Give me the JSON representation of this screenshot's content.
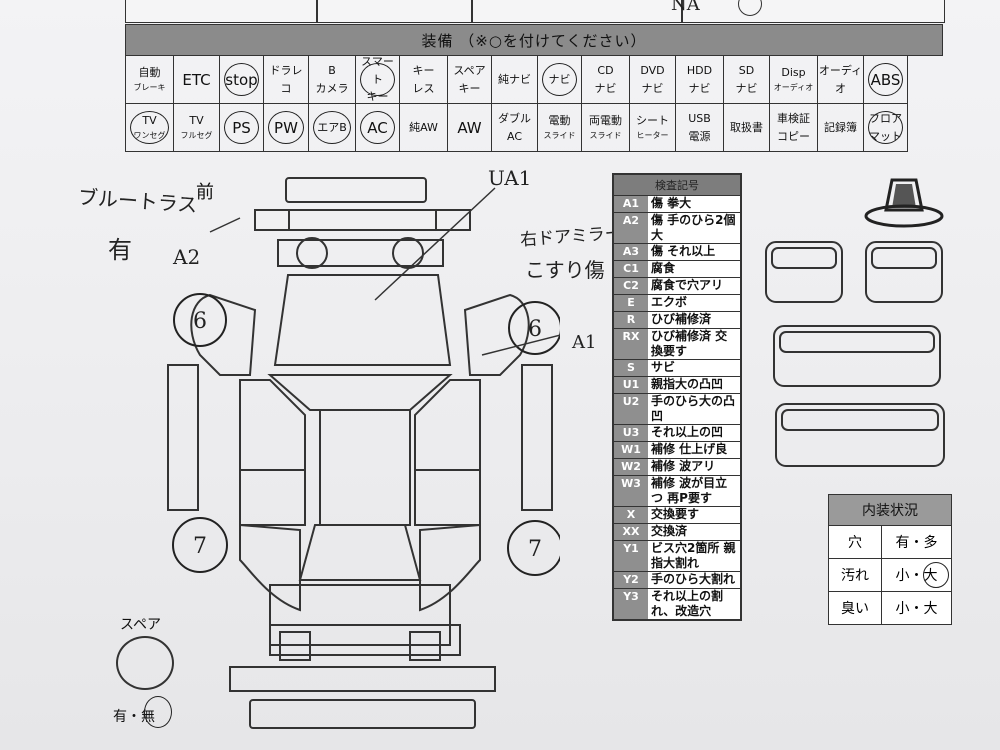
{
  "top_strip": [
    "",
    "",
    "",
    "NA"
  ],
  "equipment": {
    "title": "装備 （※○を付けてください）",
    "row1": [
      {
        "top": "自動",
        "bottom": "ブレーキ",
        "circled": false
      },
      {
        "top": "ETC",
        "bottom": "",
        "circled": false,
        "big": true
      },
      {
        "top": "stop",
        "bottom": "",
        "circled": true,
        "big": true
      },
      {
        "top": "ドラレ",
        "bottom": "コ",
        "circled": false
      },
      {
        "top": "B",
        "bottom": "カメラ",
        "circled": false
      },
      {
        "top": "スマート",
        "bottom": "キー",
        "circled": true
      },
      {
        "top": "キー",
        "bottom": "レス",
        "circled": false
      },
      {
        "top": "スペア",
        "bottom": "キー",
        "circled": false
      },
      {
        "top": "純ナビ",
        "bottom": "",
        "circled": false
      },
      {
        "top": "ナビ",
        "bottom": "",
        "circled": true
      },
      {
        "top": "CD",
        "bottom": "ナビ",
        "circled": false
      },
      {
        "top": "DVD",
        "bottom": "ナビ",
        "circled": false
      },
      {
        "top": "HDD",
        "bottom": "ナビ",
        "circled": false
      },
      {
        "top": "SD",
        "bottom": "ナビ",
        "circled": false
      },
      {
        "top": "Disp",
        "bottom": "オーディオ",
        "circled": false
      },
      {
        "top": "オーディオ",
        "bottom": "",
        "circled": false
      },
      {
        "top": "ABS",
        "bottom": "",
        "circled": true,
        "big": true
      }
    ],
    "row2": [
      {
        "top": "TV",
        "bottom": "ワンセグ",
        "circled": true
      },
      {
        "top": "TV",
        "bottom": "フルセグ",
        "circled": false
      },
      {
        "top": "PS",
        "bottom": "",
        "circled": true,
        "big": true
      },
      {
        "top": "PW",
        "bottom": "",
        "circled": true,
        "big": true
      },
      {
        "top": "エアB",
        "bottom": "",
        "circled": true
      },
      {
        "top": "AC",
        "bottom": "",
        "circled": true,
        "big": true
      },
      {
        "top": "純AW",
        "bottom": "",
        "circled": false
      },
      {
        "top": "AW",
        "bottom": "",
        "circled": false,
        "big": true
      },
      {
        "top": "ダブル",
        "bottom": "AC",
        "circled": false
      },
      {
        "top": "電動",
        "bottom": "スライド",
        "circled": false
      },
      {
        "top": "両電動",
        "bottom": "スライド",
        "circled": false
      },
      {
        "top": "シート",
        "bottom": "ヒーター",
        "circled": false
      },
      {
        "top": "USB",
        "bottom": "電源",
        "circled": false
      },
      {
        "top": "取扱書",
        "bottom": "",
        "circled": false
      },
      {
        "top": "車検証",
        "bottom": "コピー",
        "circled": false
      },
      {
        "top": "記録簿",
        "bottom": "",
        "circled": false
      },
      {
        "top": "フロア",
        "bottom": "マット",
        "circled": true
      }
    ]
  },
  "legend": {
    "title": "検査記号",
    "rows": [
      {
        "code": "A1",
        "desc": "傷 拳大"
      },
      {
        "code": "A2",
        "desc": "傷 手のひら2個大"
      },
      {
        "code": "A3",
        "desc": "傷 それ以上"
      },
      {
        "code": "C1",
        "desc": "腐食"
      },
      {
        "code": "C2",
        "desc": "腐食で穴アリ"
      },
      {
        "code": "E",
        "desc": "エクボ"
      },
      {
        "code": "R",
        "desc": "ひび補修済"
      },
      {
        "code": "RX",
        "desc": "ひび補修済 交換要す"
      },
      {
        "code": "S",
        "desc": "サビ"
      },
      {
        "code": "U1",
        "desc": "親指大の凸凹"
      },
      {
        "code": "U2",
        "desc": "手のひら大の凸凹"
      },
      {
        "code": "U3",
        "desc": "それ以上の凹"
      },
      {
        "code": "W1",
        "desc": "補修 仕上げ良"
      },
      {
        "code": "W2",
        "desc": "補修 波アリ"
      },
      {
        "code": "W3",
        "desc": "補修 波が目立つ 再P要す"
      },
      {
        "code": "X",
        "desc": "交換要す"
      },
      {
        "code": "XX",
        "desc": "交換済"
      },
      {
        "code": "Y1",
        "desc": "ビス穴2箇所 親指大割れ"
      },
      {
        "code": "Y2",
        "desc": "手のひら大割れ"
      },
      {
        "code": "Y3",
        "desc": "それ以上の割れ、改造穴"
      }
    ]
  },
  "interior": {
    "title": "内装状況",
    "rows": [
      {
        "label": "穴",
        "value": "有・多",
        "circled": false
      },
      {
        "label": "汚れ",
        "value": "小・大",
        "circled": true
      },
      {
        "label": "臭い",
        "value": "小・大",
        "circled": false
      }
    ]
  },
  "diagram": {
    "front_label": "前",
    "spare_label": "スペア",
    "spare_choice": "有・無",
    "tire_fl": "6",
    "tire_fr": "6",
    "tire_rl": "7",
    "tire_rr": "7"
  },
  "handwriting": {
    "bullbar": "ブルートラス",
    "bullbar_yes": "有",
    "a2": "A2",
    "ua1": "UA1",
    "mirror_note_1": "右ドアミラー",
    "mirror_note_2": "こすり傷",
    "a1": "A1"
  }
}
